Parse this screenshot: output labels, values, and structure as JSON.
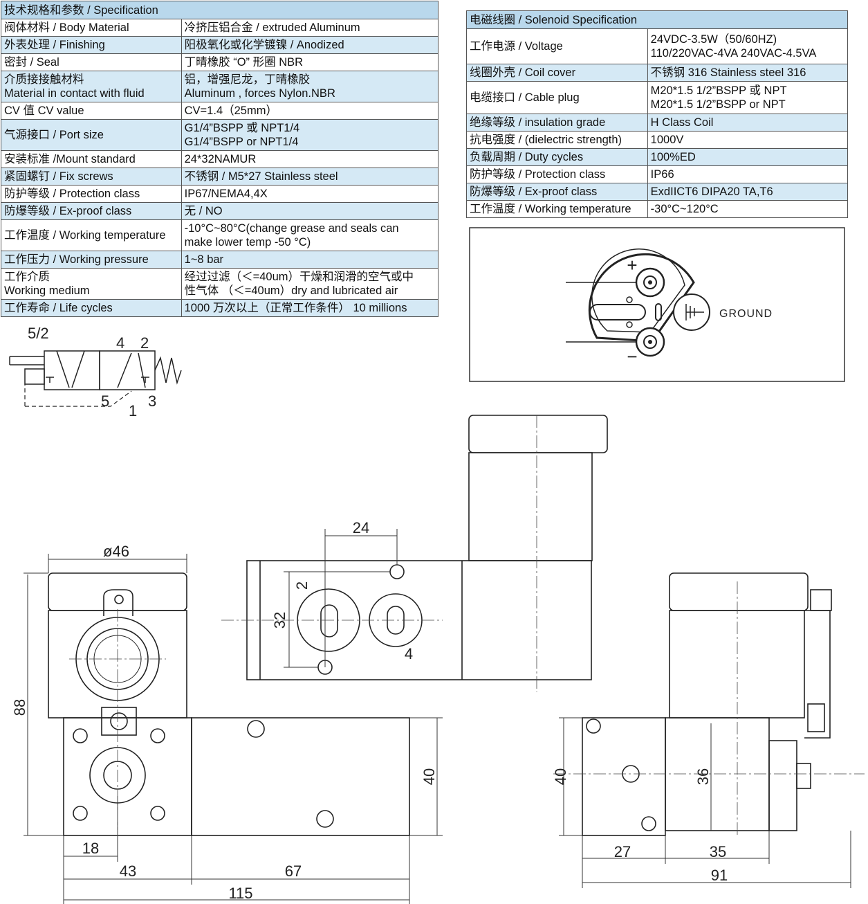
{
  "spec": {
    "title": "技术规格和参数 / Specification",
    "rows": [
      {
        "label": [
          "阀体材料 /  Body Material"
        ],
        "value": [
          "冷挤压铝合金 / extruded Aluminum"
        ],
        "h": 25
      },
      {
        "label": [
          "外表处理 / Finishing"
        ],
        "value": [
          "阳极氧化或化学镀镍 / Anodized"
        ],
        "h": 25
      },
      {
        "label": [
          "密封 / Seal"
        ],
        "value": [
          "丁晴橡胶 “O” 形圈 NBR"
        ],
        "h": 25
      },
      {
        "label": [
          "介质接接触材料",
          "Material in contact with fluid"
        ],
        "value": [
          "铝，增强尼龙，丁晴橡胶",
          "Aluminum , forces Nylon.NBR"
        ],
        "h": 45
      },
      {
        "label": [
          "CV 值 CV value"
        ],
        "value": [
          "CV=1.4（25mm）"
        ],
        "h": 25
      },
      {
        "label": [
          "气源接口 / Port  size"
        ],
        "value": [
          "G1/4”BSPP 或 NPT1/4",
          "G1/4”BSPP or NPT1/4"
        ],
        "h": 45
      },
      {
        "label": [
          "安装标准 /Mount  standard"
        ],
        "value": [
          "24*32NAMUR"
        ],
        "h": 25
      },
      {
        "label": [
          "紧固螺钉 / Fix screws"
        ],
        "value": [
          "不锈钢 / M5*27 Stainless steel"
        ],
        "h": 25
      },
      {
        "label": [
          "防护等级 / Protection class"
        ],
        "value": [
          "IP67/NEMA4,4X"
        ],
        "h": 25
      },
      {
        "label": [
          "防爆等级 / Ex-proof class"
        ],
        "value": [
          "无 / NO"
        ],
        "h": 25
      },
      {
        "label": [
          "工作温度 / Working temperature"
        ],
        "value": [
          "-10°C~80°C(change grease and seals can",
          "make lower temp -50 °C)"
        ],
        "h": 45
      },
      {
        "label": [
          "工作压力 / Working pressure"
        ],
        "value": [
          "1~8 bar"
        ],
        "h": 25
      },
      {
        "label": [
          "工作介质",
          "Working medium"
        ],
        "value": [
          "经过过滤（＜=40um）干燥和润滑的空气或中",
          "性气体  （＜=40um）dry and lubricated air"
        ],
        "h": 45
      },
      {
        "label": [
          "工作寿命 / Life cycles"
        ],
        "value": [
          "1000 万次以上（正常工作条件）  10 millions"
        ],
        "h": 25
      }
    ]
  },
  "solenoid": {
    "title": "电磁线圈 / Solenoid Specification",
    "rows": [
      {
        "label": [
          "工作电源 / Voltage"
        ],
        "value": [
          "24VDC-3.5W（50/60HZ)",
          "110/220VAC-4VA 240VAC-4.5VA"
        ],
        "h": 51
      },
      {
        "label": [
          "线圈外壳 / Coil cover"
        ],
        "value": [
          "不锈钢 316  Stainless steel 316"
        ],
        "h": 25
      },
      {
        "label": [
          "电缆接口 / Cable plug"
        ],
        "value": [
          "M20*1.5 1/2”BSPP 或 NPT",
          "M20*1.5 1/2”BSPP or  NPT"
        ],
        "h": 47
      },
      {
        "label": [
          "绝缘等级 / insulation grade"
        ],
        "value": [
          "H Class Coil"
        ],
        "h": 25
      },
      {
        "label": [
          "抗电强度 / (dielectric strength)"
        ],
        "value": [
          "1000V"
        ],
        "h": 25
      },
      {
        "label": [
          "负载周期 / Duty cycles"
        ],
        "value": [
          "100%ED"
        ],
        "h": 25
      },
      {
        "label": [
          "防护等级 / Protection class"
        ],
        "value": [
          "IP66"
        ],
        "h": 25
      },
      {
        "label": [
          "防爆等级 / Ex-proof class"
        ],
        "value": [
          "ExdIICT6 DIPA20 TA,T6"
        ],
        "h": 25
      },
      {
        "label": [
          "工作温度 / Working temperature"
        ],
        "value": [
          "-30°C~120°C"
        ],
        "h": 25
      }
    ]
  },
  "wiring": {
    "ground_label": "GROUND",
    "plus": "+",
    "minus": "−"
  },
  "schematic": {
    "type": "5/2",
    "port_4": "4",
    "port_2": "2",
    "port_5": "5",
    "port_3": "3",
    "port_1": "1"
  },
  "dimensions": {
    "front": {
      "diameter": "ø46",
      "height": "88",
      "body_height": "40",
      "d18": "18",
      "d43": "43",
      "d67": "67",
      "d115": "115"
    },
    "top": {
      "d24": "24",
      "d32": "32",
      "port2": "2",
      "port4": "4"
    },
    "side": {
      "d40": "40",
      "d36": "36",
      "d27": "27",
      "d35": "35",
      "d91": "91"
    }
  }
}
